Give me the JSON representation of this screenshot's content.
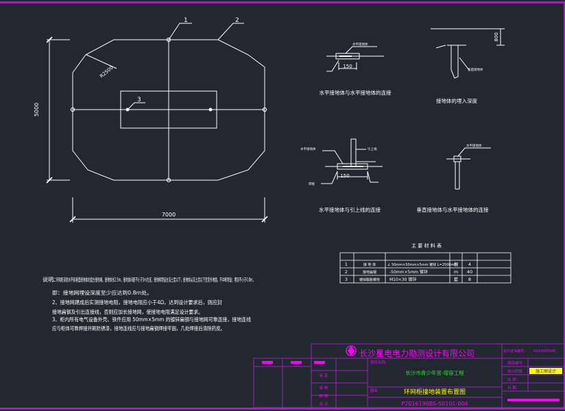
{
  "drawing": {
    "dimensions": {
      "height": "5000",
      "width": "7000"
    },
    "callouts": {
      "c1": "1",
      "c2": "2",
      "c3": "3",
      "radius": "R2500"
    },
    "details": {
      "d1": {
        "title": "水平接地体与水平接地体的连接",
        "dim": "150",
        "tag": "水平接地体"
      },
      "d2": {
        "title": "接地体的埋入深度",
        "dim": "800",
        "tag": "垂直接地体"
      },
      "d3": {
        "title": "水平接地体与引上线的连接",
        "dim": "150",
        "tag_left": "水平接地体",
        "tag_right": "引上线",
        "tag_bottom": "焊接"
      },
      "d4": {
        "title": "垂直接地体与水平接地体的连接",
        "tag": "水平接地体"
      }
    },
    "materials": {
      "title": "主 要 材 料 表",
      "rows": [
        {
          "no": "1",
          "name": "接 地 体",
          "spec": "∠ 50mm×50mm×5mm 镀锌 L=2500mm",
          "unit": "根",
          "qty": "4"
        },
        {
          "no": "2",
          "name": "接地扁钢",
          "spec": "-50mm×5mm 镀锌",
          "unit": "m",
          "qty": "40"
        },
        {
          "no": "3",
          "name": "镀锌膨胀螺栓",
          "spec": "M10×30 镀锌",
          "unit": "套",
          "qty": "8"
        }
      ]
    },
    "notes": {
      "prefix": "说明：",
      "lines": [
        "1、环网柜采用水平和垂直接地体的混合接地网。接地体长2.5m，接地体间距不小于5m为宜，接地网埋设在冻土层以下，接地体从冻土层以下至室外地面，不中断埋设；埋深不小于0.8m，",
        "   即：接地网埋设深度至少应达到0.8m处。",
        "2、接地网建成后实测接地电阻，接地电阻应小于4Ω，达到设计要求后，则应封",
        "   接地扁钢及引出连接线，否则应加长接地网，使接地电阻满足设计要求。",
        "3、柜内所有电气设备外壳、铁件应用 50mm×5mm 的镀锌扁钢与接地网可靠连接，接地连线",
        "   应与柜体可靠焊接并刷防锈漆，接地连线应与接地扁钢焊接牢固，几处焊接后清除药皮。"
      ]
    }
  },
  "title_block": {
    "company": "长沙星电电力勘测设计有限公司",
    "project_label": "项目名称:",
    "project": "长沙市青少年宫-增容工程",
    "drawing_label": "图名",
    "drawing_name": "环网柜接地装置布置图",
    "drawing_no": "P2016190BS-S0101-004",
    "cert_label": "设计证书编号：",
    "cert_no": "A243005306",
    "project_no_label": "项目编号",
    "stage_label": "设计阶段",
    "stage": "施工图设计",
    "scale_label": "比 例",
    "date_label": "日 期",
    "roles": [
      "审 定",
      "审 核",
      "校 核",
      "设 计"
    ]
  },
  "colors": {
    "background": "#212830",
    "line": "#ffffff",
    "frame": "#a020c0",
    "magenta": "#ff00ff",
    "company": "#ff00ff",
    "project": "#00ff00",
    "stage": "#ffff00",
    "drawing_name": "#ffff00",
    "drawing_no": "#ff00ff"
  }
}
